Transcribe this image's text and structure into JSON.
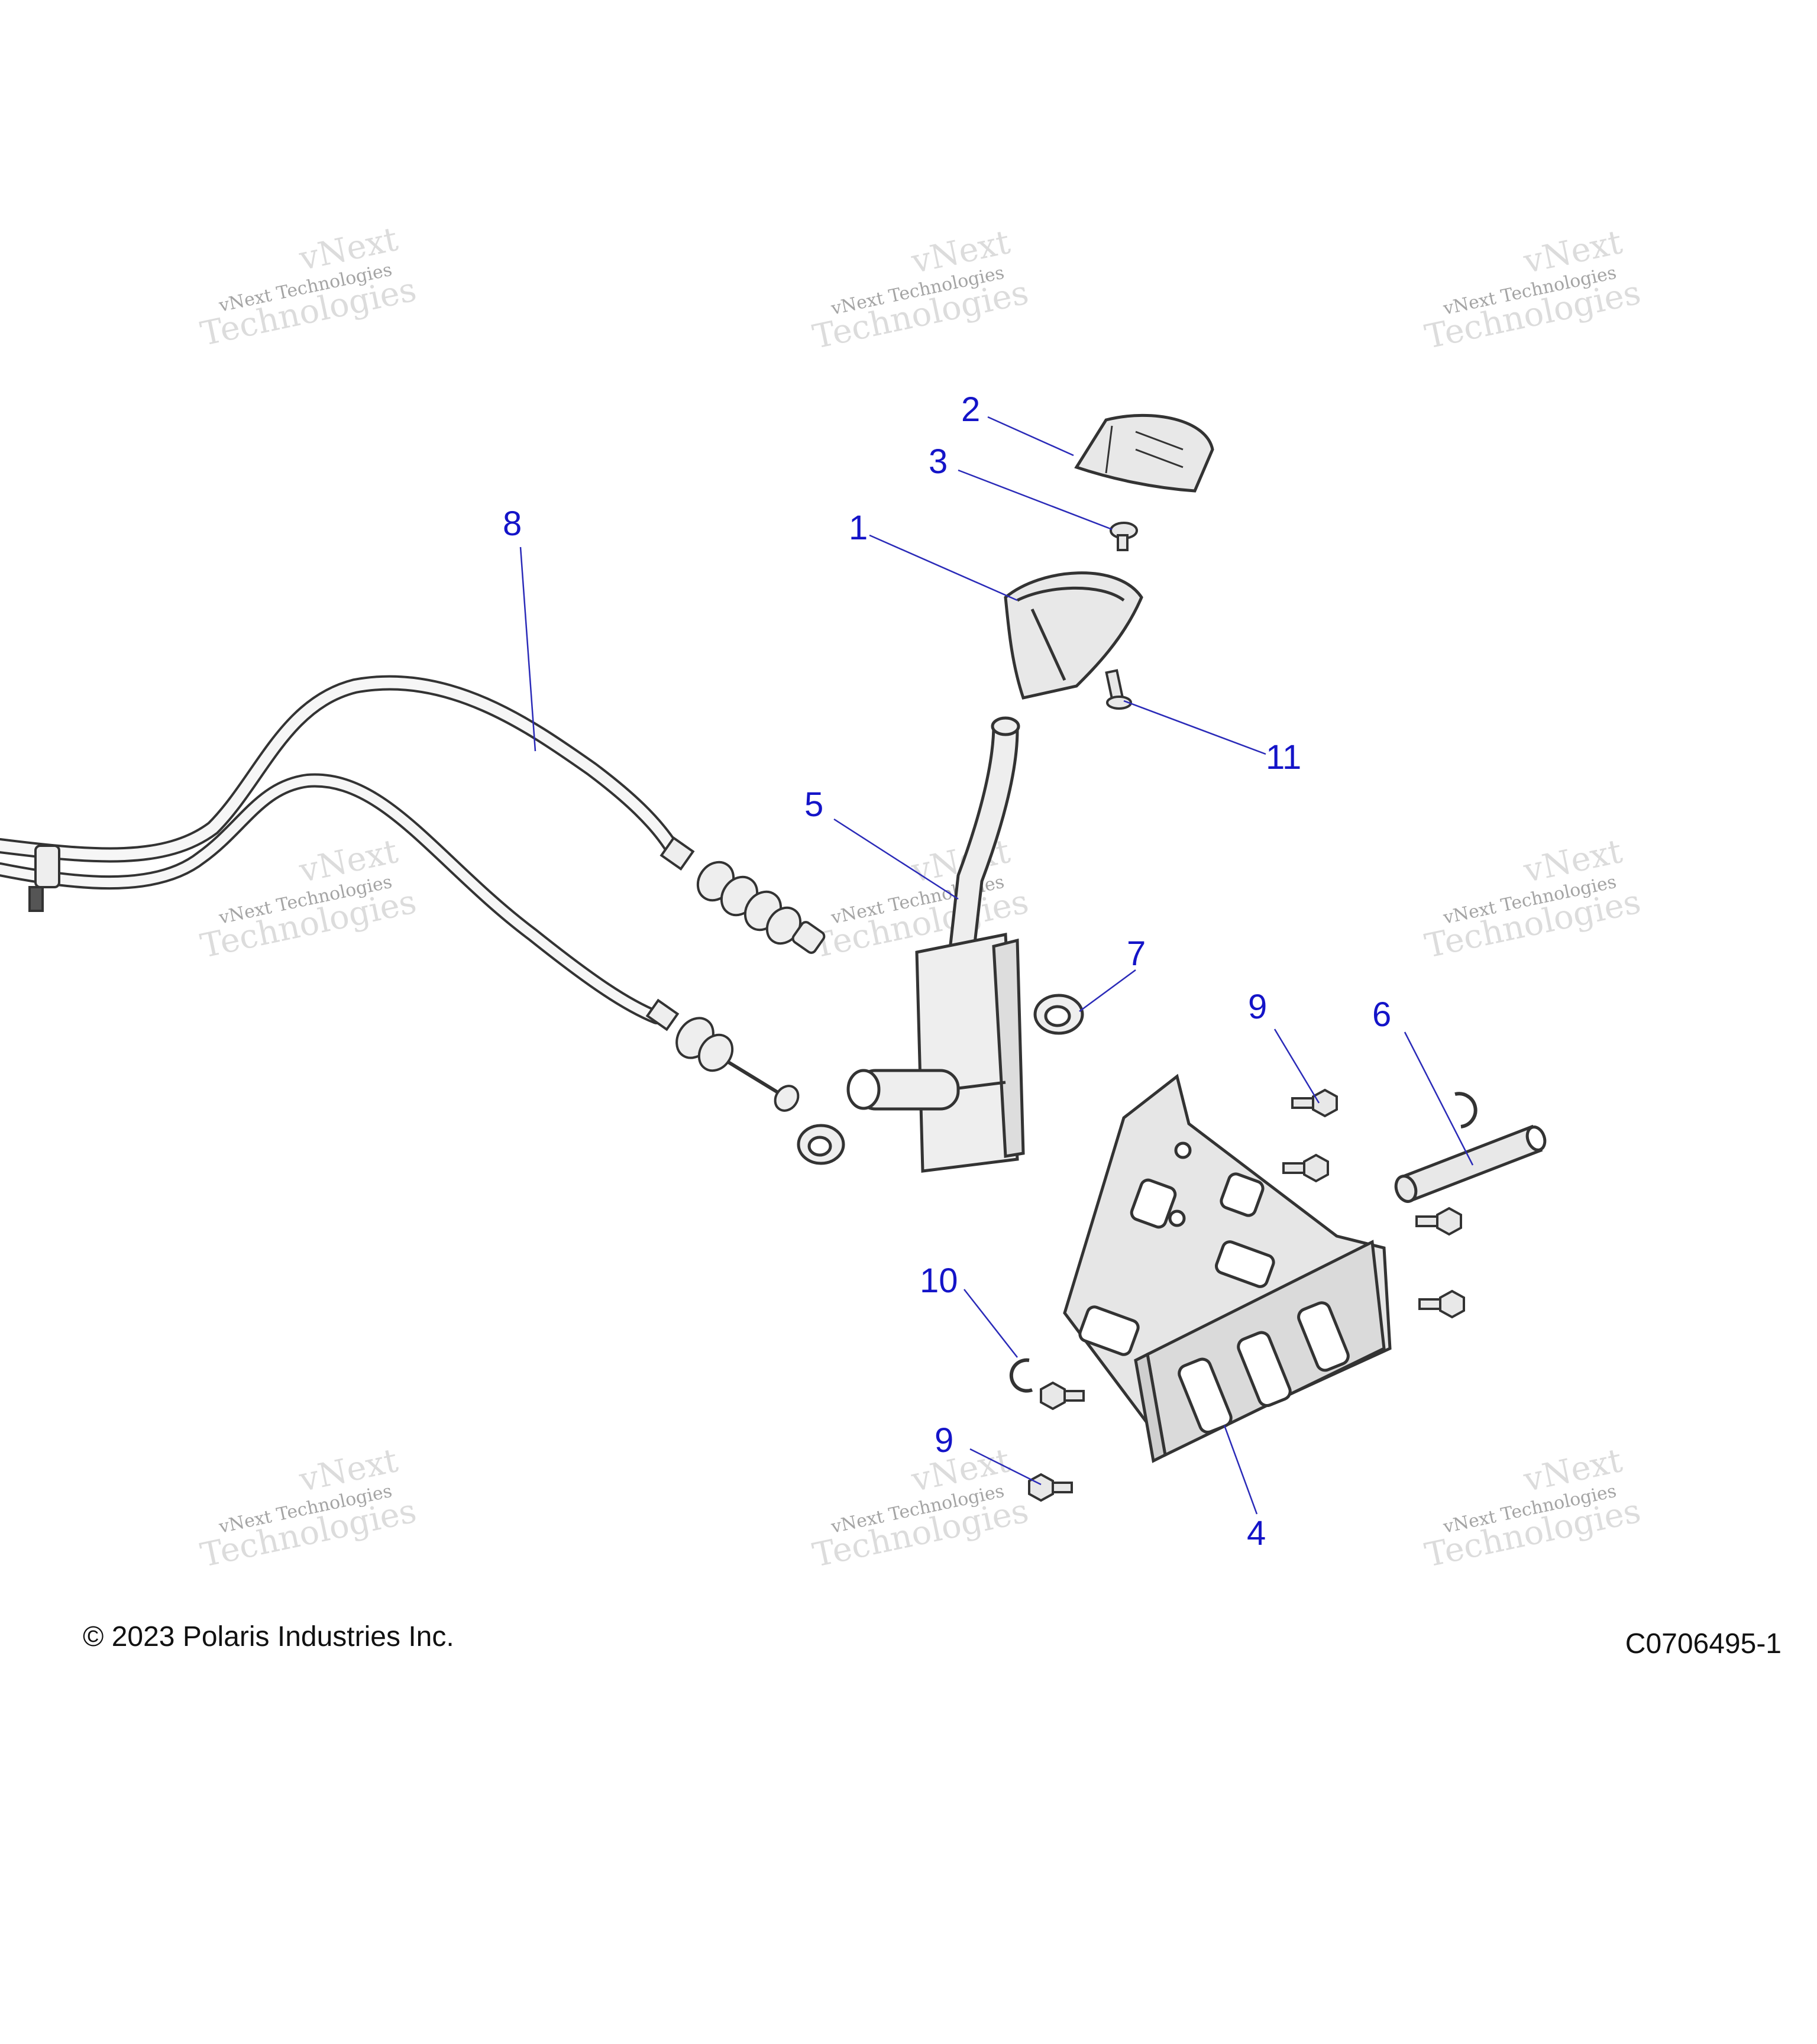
{
  "colors": {
    "callout": "#1414c8",
    "leader": "#2a2ab8",
    "line": "#333333",
    "part_fill": "#eeeeee"
  },
  "callouts": [
    {
      "id": "1",
      "label": "1"
    },
    {
      "id": "2",
      "label": "2"
    },
    {
      "id": "3",
      "label": "3"
    },
    {
      "id": "4",
      "label": "4"
    },
    {
      "id": "5",
      "label": "5"
    },
    {
      "id": "6",
      "label": "6"
    },
    {
      "id": "7",
      "label": "7"
    },
    {
      "id": "8",
      "label": "8"
    },
    {
      "id": "9a",
      "label": "9"
    },
    {
      "id": "9b",
      "label": "9"
    },
    {
      "id": "10",
      "label": "10"
    },
    {
      "id": "11",
      "label": "11"
    }
  ],
  "watermark": {
    "line1": "vNext",
    "line2": "vNext Technologies",
    "line3": "Technologies"
  },
  "footer": {
    "copyright": "© 2023 Polaris Industries Inc.",
    "drawing_id": "C0706495-1"
  }
}
